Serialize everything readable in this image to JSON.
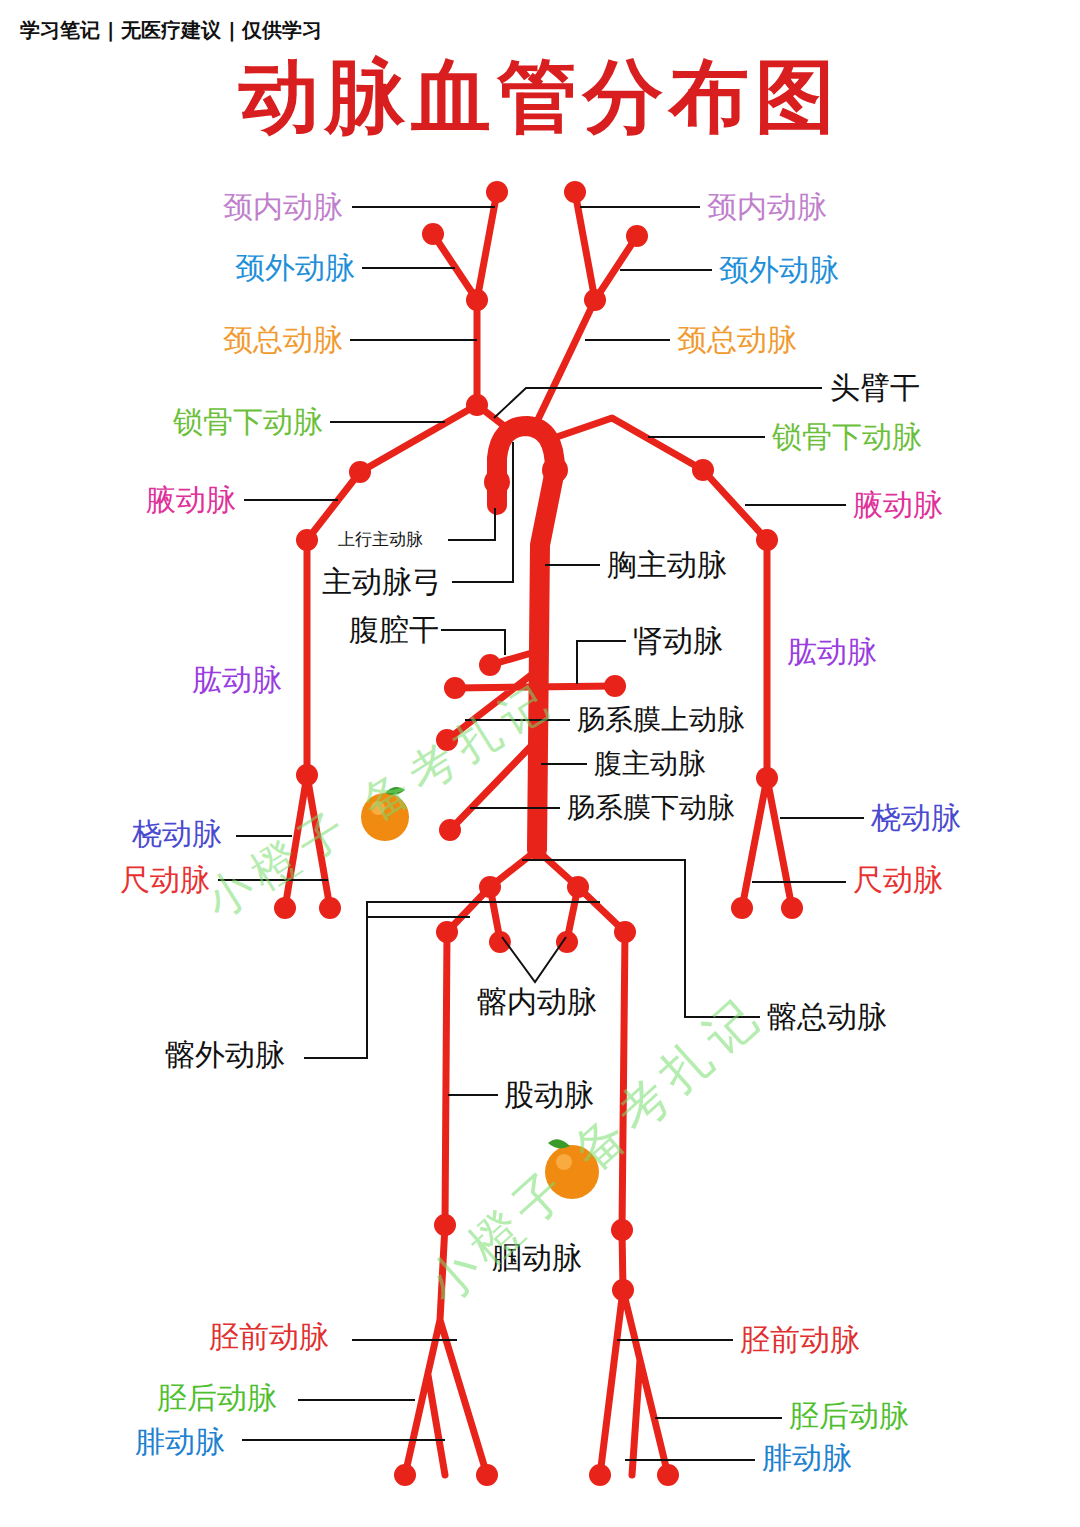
{
  "diagram": {
    "title": "动脉血管分布图",
    "labels": [
      "学习笔记 | 无医疗建议 | 仅供学习",
      "颈内动脉",
      "颈内动脉",
      "颈外动脉",
      "颈外动脉",
      "颈总动脉",
      "颈总动脉",
      "头臂干",
      "锁骨下动脉",
      "锁骨下动脉",
      "腋动脉",
      "腋动脉",
      "上行主动脉",
      "主动脉弓",
      "胸主动脉",
      "腹腔干",
      "肾动脉",
      "肱动脉",
      "肱动脉",
      "肠系膜上动脉",
      "腹主动脉",
      "肠系膜下动脉",
      "桡动脉",
      "桡动脉",
      "尺动脉",
      "尺动脉",
      "髂内动脉",
      "髂总动脉",
      "髂外动脉",
      "股动脉",
      "腘动脉",
      "胫前动脉",
      "胫前动脉",
      "胫后动脉",
      "胫后动脉",
      "腓动脉",
      "腓动脉",
      "小橙子 备考扎记",
      "小橙子 备考扎记"
    ]
  }
}
